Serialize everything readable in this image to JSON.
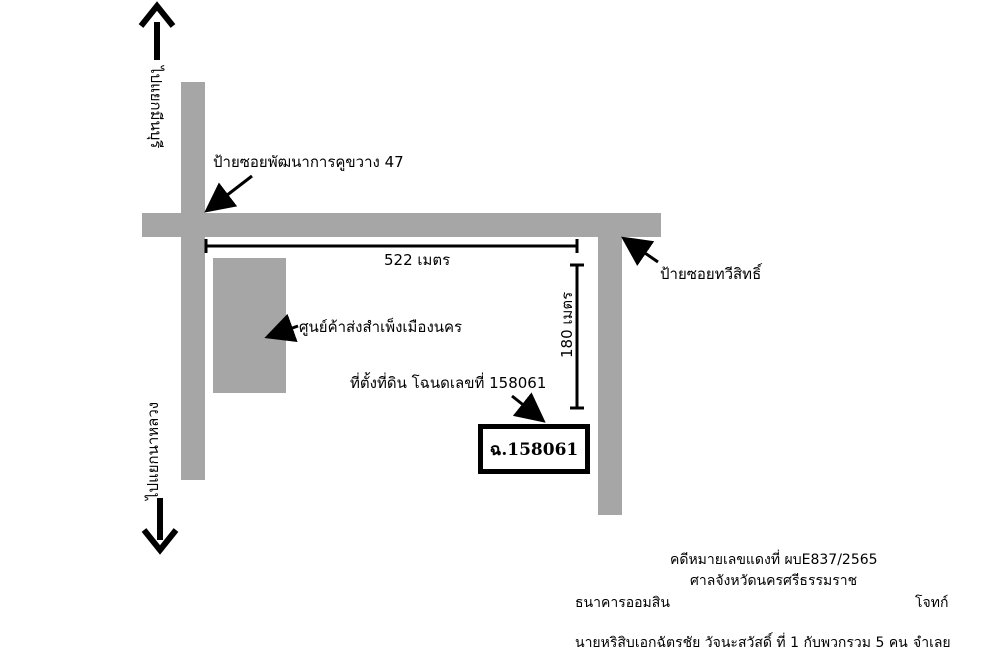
{
  "colors": {
    "road": "#a6a6a6",
    "building": "#a6a6a6",
    "ink": "#000000",
    "background": "#ffffff"
  },
  "map": {
    "north_direction_label": "ไปแยกมีนบุรี",
    "south_direction_label": "ไปแยกนาหลวง",
    "soi_sign_pattana": "ป้ายซอยพัฒนาการคูขวาง 47",
    "soi_sign_thawisit": "ป้ายซอยทวีสิทธิ์",
    "distance_horizontal": "522 เมตร",
    "distance_vertical": "180 เมตร",
    "landmark_label": "ศูนย์ค้าส่งสำเพ็งเมืองนคร",
    "plot_label": "ที่ตั้งที่ดิน โฉนดเลขที่ 158061",
    "plot_box_text": "ฉ.158061"
  },
  "case_info": {
    "case_number": "คดีหมายเลขแดงที่ ผบE837/2565",
    "court": "ศาลจังหวัดนครศรีธรรมราช",
    "plaintiff": "ธนาคารออมสิน",
    "plaintiff_role": "โจทก์",
    "defendant": "นายหริสิบเอกฉัตรชัย วัจนะสวัสดิ์ ที่ 1 กับพวกรวม 5 คน",
    "defendant_role": "จำเลย"
  }
}
